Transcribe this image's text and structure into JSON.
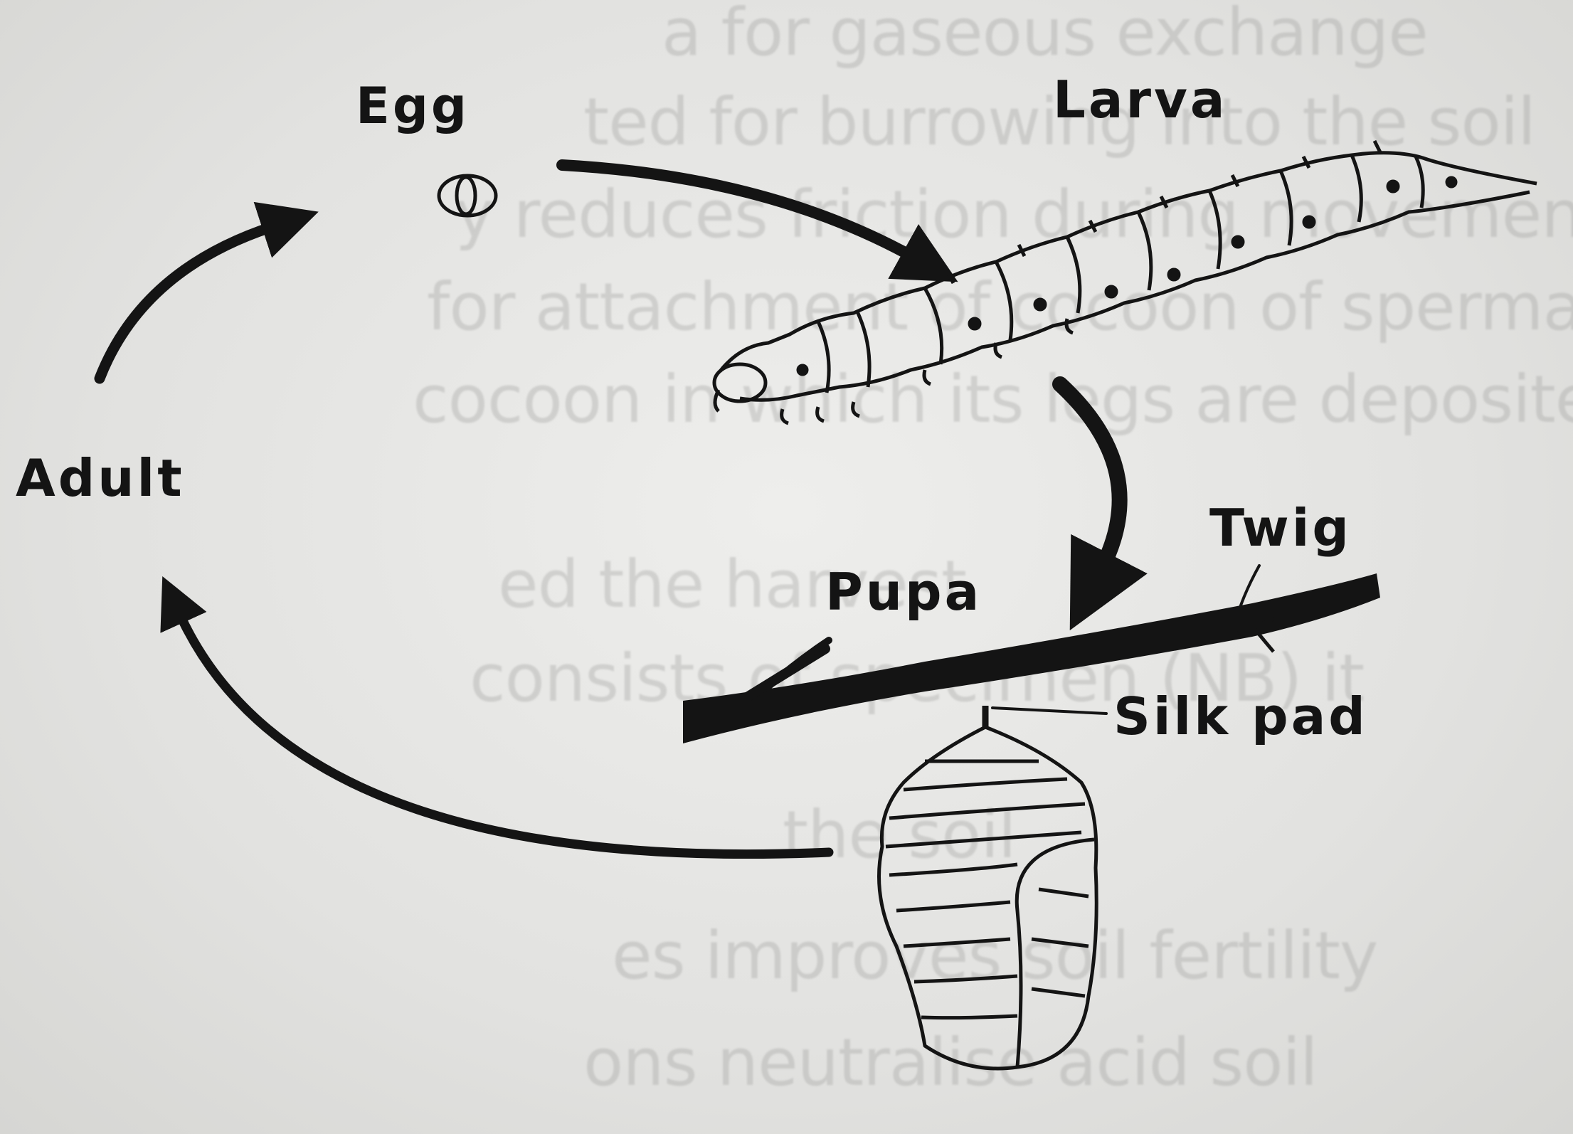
{
  "labels": {
    "egg": "Egg",
    "larva": "Larva",
    "adult": "Adult",
    "pupa": "Pupa",
    "twig": "Twig",
    "silk_pad": "Silk pad"
  },
  "bleed_through": [
    "a for gaseous exchange",
    "ted for burrowing into the soil",
    "y reduces friction during movement",
    "for attachment of cocoon of spermatophore",
    "cocoon in which its legs are deposited",
    "ed  the harvest",
    "consists of specimen (NB) it",
    "the soil",
    "es improves soil fertility",
    "ons neutralise acid soil"
  ],
  "colors": {
    "ink": "#141414",
    "paper": "#e6e6e4",
    "bleed": "#9c9c9a"
  }
}
